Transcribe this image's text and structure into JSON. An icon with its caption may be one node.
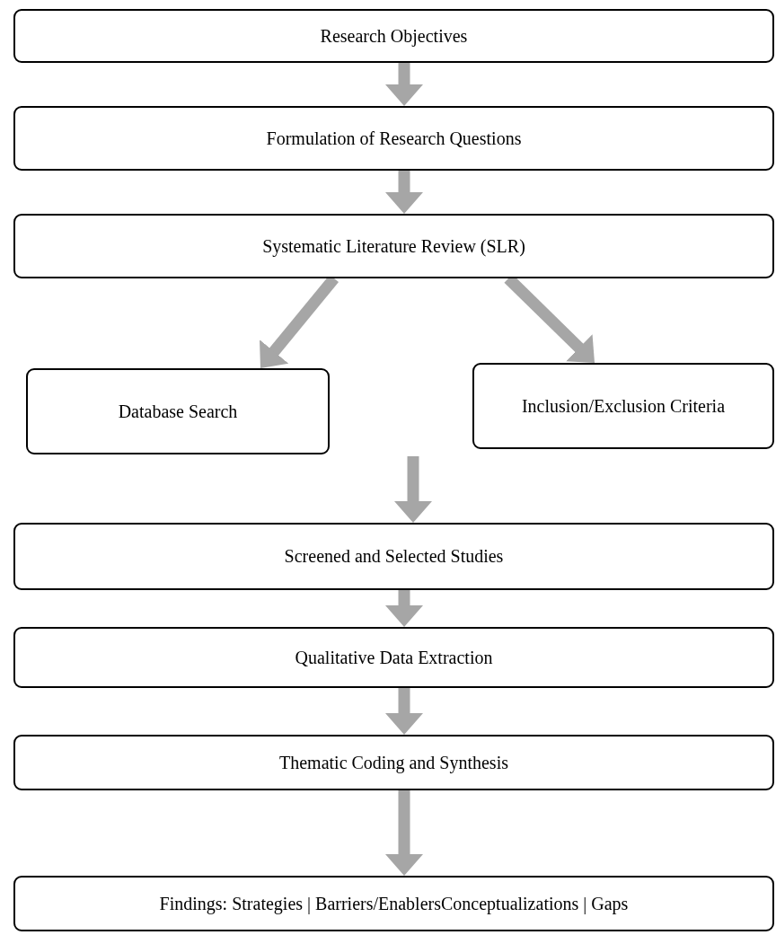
{
  "diagram": {
    "nodes": [
      {
        "text": [
          "Research Objectives"
        ]
      },
      {
        "text": [
          "Formulation of Research Questions"
        ]
      },
      {
        "text": [
          "Systematic Literature Review (SLR)"
        ]
      },
      {
        "text": [
          "Database Search"
        ]
      },
      {
        "text": [
          "Inclusion/Exclusion Criteria"
        ]
      },
      {
        "text": [
          "Screened and Selected Studies"
        ]
      },
      {
        "text": [
          "Qualitative Data Extraction"
        ]
      },
      {
        "text": [
          "Thematic Coding and Synthesis"
        ]
      },
      {
        "text": [
          "Findings: Strategies | Barriers/EnablersConceptualizations | Gaps"
        ]
      }
    ],
    "edges": [
      {
        "from": 0,
        "to": 1,
        "arrow": "to"
      },
      {
        "from": 1,
        "to": 2,
        "arrow": "to"
      },
      {
        "from": 2,
        "to": 3,
        "arrow": "to"
      },
      {
        "from": 2,
        "to": 4,
        "arrow": "to"
      },
      {
        "from": null,
        "to": 5,
        "arrow": "to"
      },
      {
        "from": 5,
        "to": 6,
        "arrow": "to"
      },
      {
        "from": 6,
        "to": 7,
        "arrow": "to"
      },
      {
        "from": 7,
        "to": 8,
        "arrow": "to"
      }
    ]
  }
}
